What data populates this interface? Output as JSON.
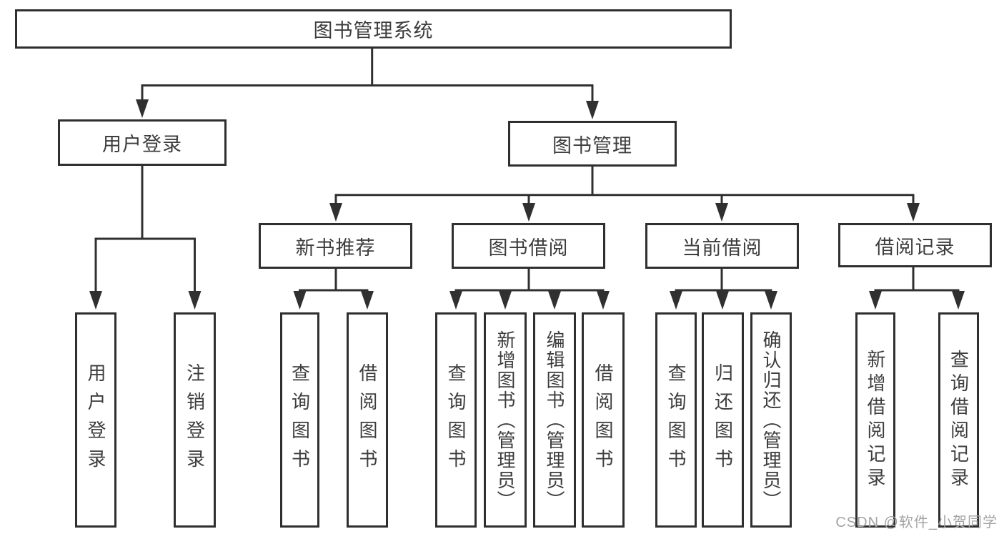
{
  "diagram": {
    "title": "图书管理系统",
    "colors": {
      "line": "#303030",
      "box_border": "#2f2f2f",
      "text": "#3d3d3d",
      "watermark": "#a3a3a3",
      "background": "#ffffff"
    },
    "nodes": {
      "root": {
        "label": "图书管理系统"
      },
      "user_login": {
        "label": "用户登录"
      },
      "book_mgmt": {
        "label": "图书管理"
      },
      "new_book_rec": {
        "label": "新书推荐"
      },
      "book_borrow": {
        "label": "图书借阅"
      },
      "current_borrow": {
        "label": "当前借阅"
      },
      "borrow_records": {
        "label": "借阅记录"
      },
      "user_login_leaf": {
        "label": "用户登录"
      },
      "logout_leaf": {
        "label": "注销登录"
      },
      "nbr_query": {
        "label": "查询图书"
      },
      "nbr_borrow": {
        "label": "借阅图书"
      },
      "bb_query": {
        "label": "查询图书"
      },
      "bb_add": {
        "label": "新增图书（管理员）"
      },
      "bb_edit": {
        "label": "编辑图书（管理员）"
      },
      "bb_borrow": {
        "label": "借阅图书"
      },
      "cb_query": {
        "label": "查询图书"
      },
      "cb_return": {
        "label": "归还图书"
      },
      "cb_confirm": {
        "label": "确认归还（管理员）"
      },
      "br_add": {
        "label": "新增借阅记录"
      },
      "br_query": {
        "label": "查询借阅记录"
      }
    },
    "watermark": "CSDN @软件_小贺同学"
  }
}
